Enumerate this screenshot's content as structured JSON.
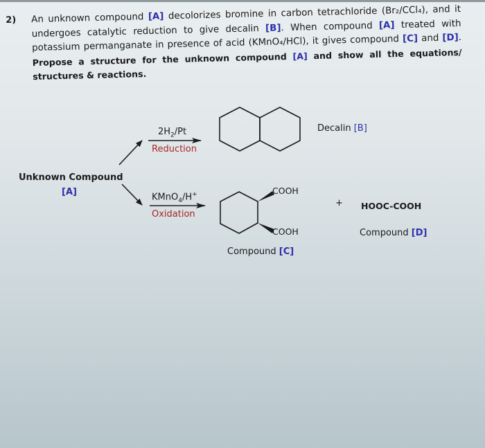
{
  "question": {
    "number": "2)",
    "lines": [
      [
        "An unknown compound ",
        "[A]",
        " decolorizes bromine in carbon tetrachloride (Br₂/CCl₄), and it"
      ],
      [
        "undergoes catalytic reduction to give decalin ",
        "[B]",
        ". When compound ",
        "[A]",
        " treated with"
      ],
      [
        "potassium permanganate in presence of acid (KMnO₄/HCl), it gives compound ",
        "[C]",
        " and ",
        "[D]",
        "."
      ],
      [
        "Propose a structure for the unknown compound ",
        "[A]",
        " and show all the equations/"
      ],
      [
        "structures & reactions."
      ]
    ]
  },
  "scheme": {
    "unknown_compound_label": "Unknown Compound",
    "unknown_compound_tag": "[A]",
    "reduction": {
      "reagent_main": "2H",
      "reagent_sub": "2",
      "reagent_tail": "/Pt",
      "type": "Reduction"
    },
    "product_b": {
      "name": "Decalin ",
      "tag": "[B]"
    },
    "oxidation": {
      "reagent_main": "KMnO",
      "reagent_sub": "4",
      "reagent_tail": "/H",
      "reagent_sup": "+",
      "type": "Oxidation"
    },
    "product_c": {
      "group_top": "COOH",
      "group_bottom": "COOH",
      "name": "Compound ",
      "tag": "[C]"
    },
    "plus": "+",
    "product_d": {
      "formula": "HOOC-COOH",
      "name": "Compound ",
      "tag": "[D]"
    }
  },
  "colors": {
    "label_blue": "#2d2fa8",
    "reaction_red": "#a8262a",
    "text": "#1a1a1a"
  }
}
